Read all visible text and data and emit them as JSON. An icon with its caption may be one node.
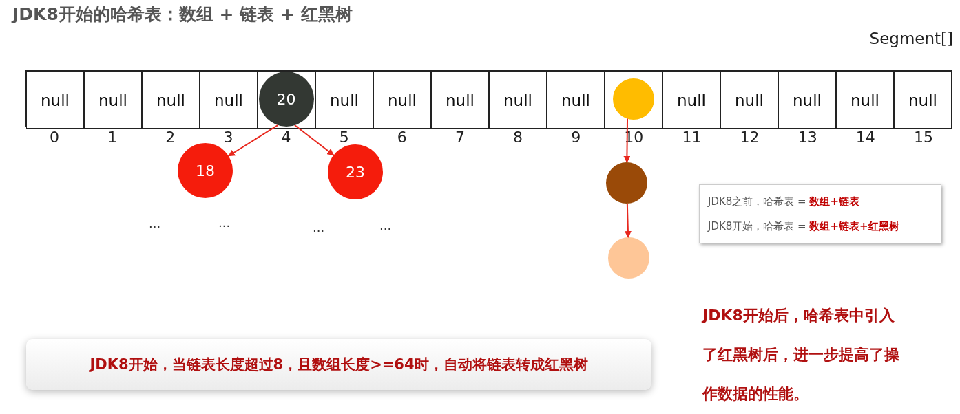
{
  "diagram": {
    "title": "JDK8开始的哈希表：数组 + 链表 + 红黑树",
    "nodes": [
      {
        "text": [
          "Segment[]"
        ]
      },
      {
        "text": [
          "null"
        ],
        "in": 0,
        "beside": [
          "0"
        ]
      },
      {
        "text": [
          "null"
        ],
        "in": 0,
        "beside": [
          "1"
        ]
      },
      {
        "text": [
          "null"
        ],
        "in": 0,
        "beside": [
          "2"
        ]
      },
      {
        "text": [
          "null"
        ],
        "in": 0,
        "beside": [
          "3"
        ]
      },
      {
        "text": [],
        "shape": "box",
        "in": 0,
        "beside": [
          "4"
        ]
      },
      {
        "text": [
          "null"
        ],
        "in": 0,
        "beside": [
          "5"
        ]
      },
      {
        "text": [
          "null"
        ],
        "in": 0,
        "beside": [
          "6"
        ]
      },
      {
        "text": [
          "null"
        ],
        "in": 0,
        "beside": [
          "7"
        ]
      },
      {
        "text": [
          "null"
        ],
        "in": 0,
        "beside": [
          "8"
        ]
      },
      {
        "text": [
          "null"
        ],
        "in": 0,
        "beside": [
          "9"
        ]
      },
      {
        "text": [],
        "shape": "box",
        "in": 0,
        "beside": [
          "10"
        ]
      },
      {
        "text": [
          "null"
        ],
        "in": 0,
        "beside": [
          "11"
        ]
      },
      {
        "text": [
          "null"
        ],
        "in": 0,
        "beside": [
          "12"
        ]
      },
      {
        "text": [
          "null"
        ],
        "in": 0,
        "beside": [
          "13"
        ]
      },
      {
        "text": [
          "null"
        ],
        "in": 0,
        "beside": [
          "14"
        ]
      },
      {
        "text": [
          "null"
        ],
        "in": 0,
        "beside": [
          "15"
        ]
      },
      {
        "text": [
          "20"
        ],
        "in": 5
      },
      {
        "text": [
          "18"
        ]
      },
      {
        "text": [
          "23"
        ]
      },
      {
        "text": [],
        "shape": "circle",
        "in": 11
      },
      {
        "text": [],
        "shape": "circle"
      },
      {
        "text": [],
        "shape": "circle"
      },
      {
        "text": [
          "JDK8之前，哈希表 = **数组+链表**",
          "JDK8开始，哈希表 = **数组+链表+红黑树**"
        ]
      },
      {
        "text": [
          "JDK8开始，当链表长度超过8，且数组长度>=64时，自动将链表转成红黑树"
        ]
      }
    ],
    "edges": [
      {
        "from": 17,
        "to": 18,
        "arrow": "to"
      },
      {
        "from": 17,
        "to": 19,
        "arrow": "to"
      },
      {
        "from": 20,
        "to": 21,
        "arrow": "to"
      },
      {
        "from": 21,
        "to": 22,
        "arrow": "to"
      }
    ],
    "labels": [
      "...",
      "...",
      "...",
      "...",
      "JDK8开始后，哈希表中引入了红黑树后，进一步提高了操作数据的性能。"
    ]
  }
}
